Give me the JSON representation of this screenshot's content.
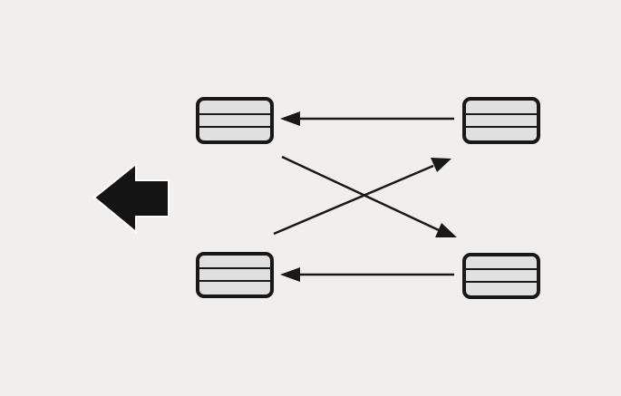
{
  "diagram": {
    "background_color": "#f0efed",
    "node_fill_color": "#e0e0e0",
    "stroke_color": "#181818",
    "arrow_fill_color": "#141414",
    "arrow_outline_color": "#ffffff",
    "direction_arrow": {
      "icon": "left-arrow-icon",
      "direction": "left"
    },
    "nodes": [
      {
        "id": "top-left",
        "icon": "tire-icon"
      },
      {
        "id": "top-right",
        "icon": "tire-icon"
      },
      {
        "id": "bottom-left",
        "icon": "tire-icon"
      },
      {
        "id": "bottom-right",
        "icon": "tire-icon"
      }
    ],
    "connections": [
      {
        "from": "top-right",
        "to": "top-left"
      },
      {
        "from": "bottom-right",
        "to": "bottom-left"
      },
      {
        "from": "top-left",
        "to": "bottom-right"
      },
      {
        "from": "bottom-left",
        "to": "top-right"
      }
    ]
  }
}
